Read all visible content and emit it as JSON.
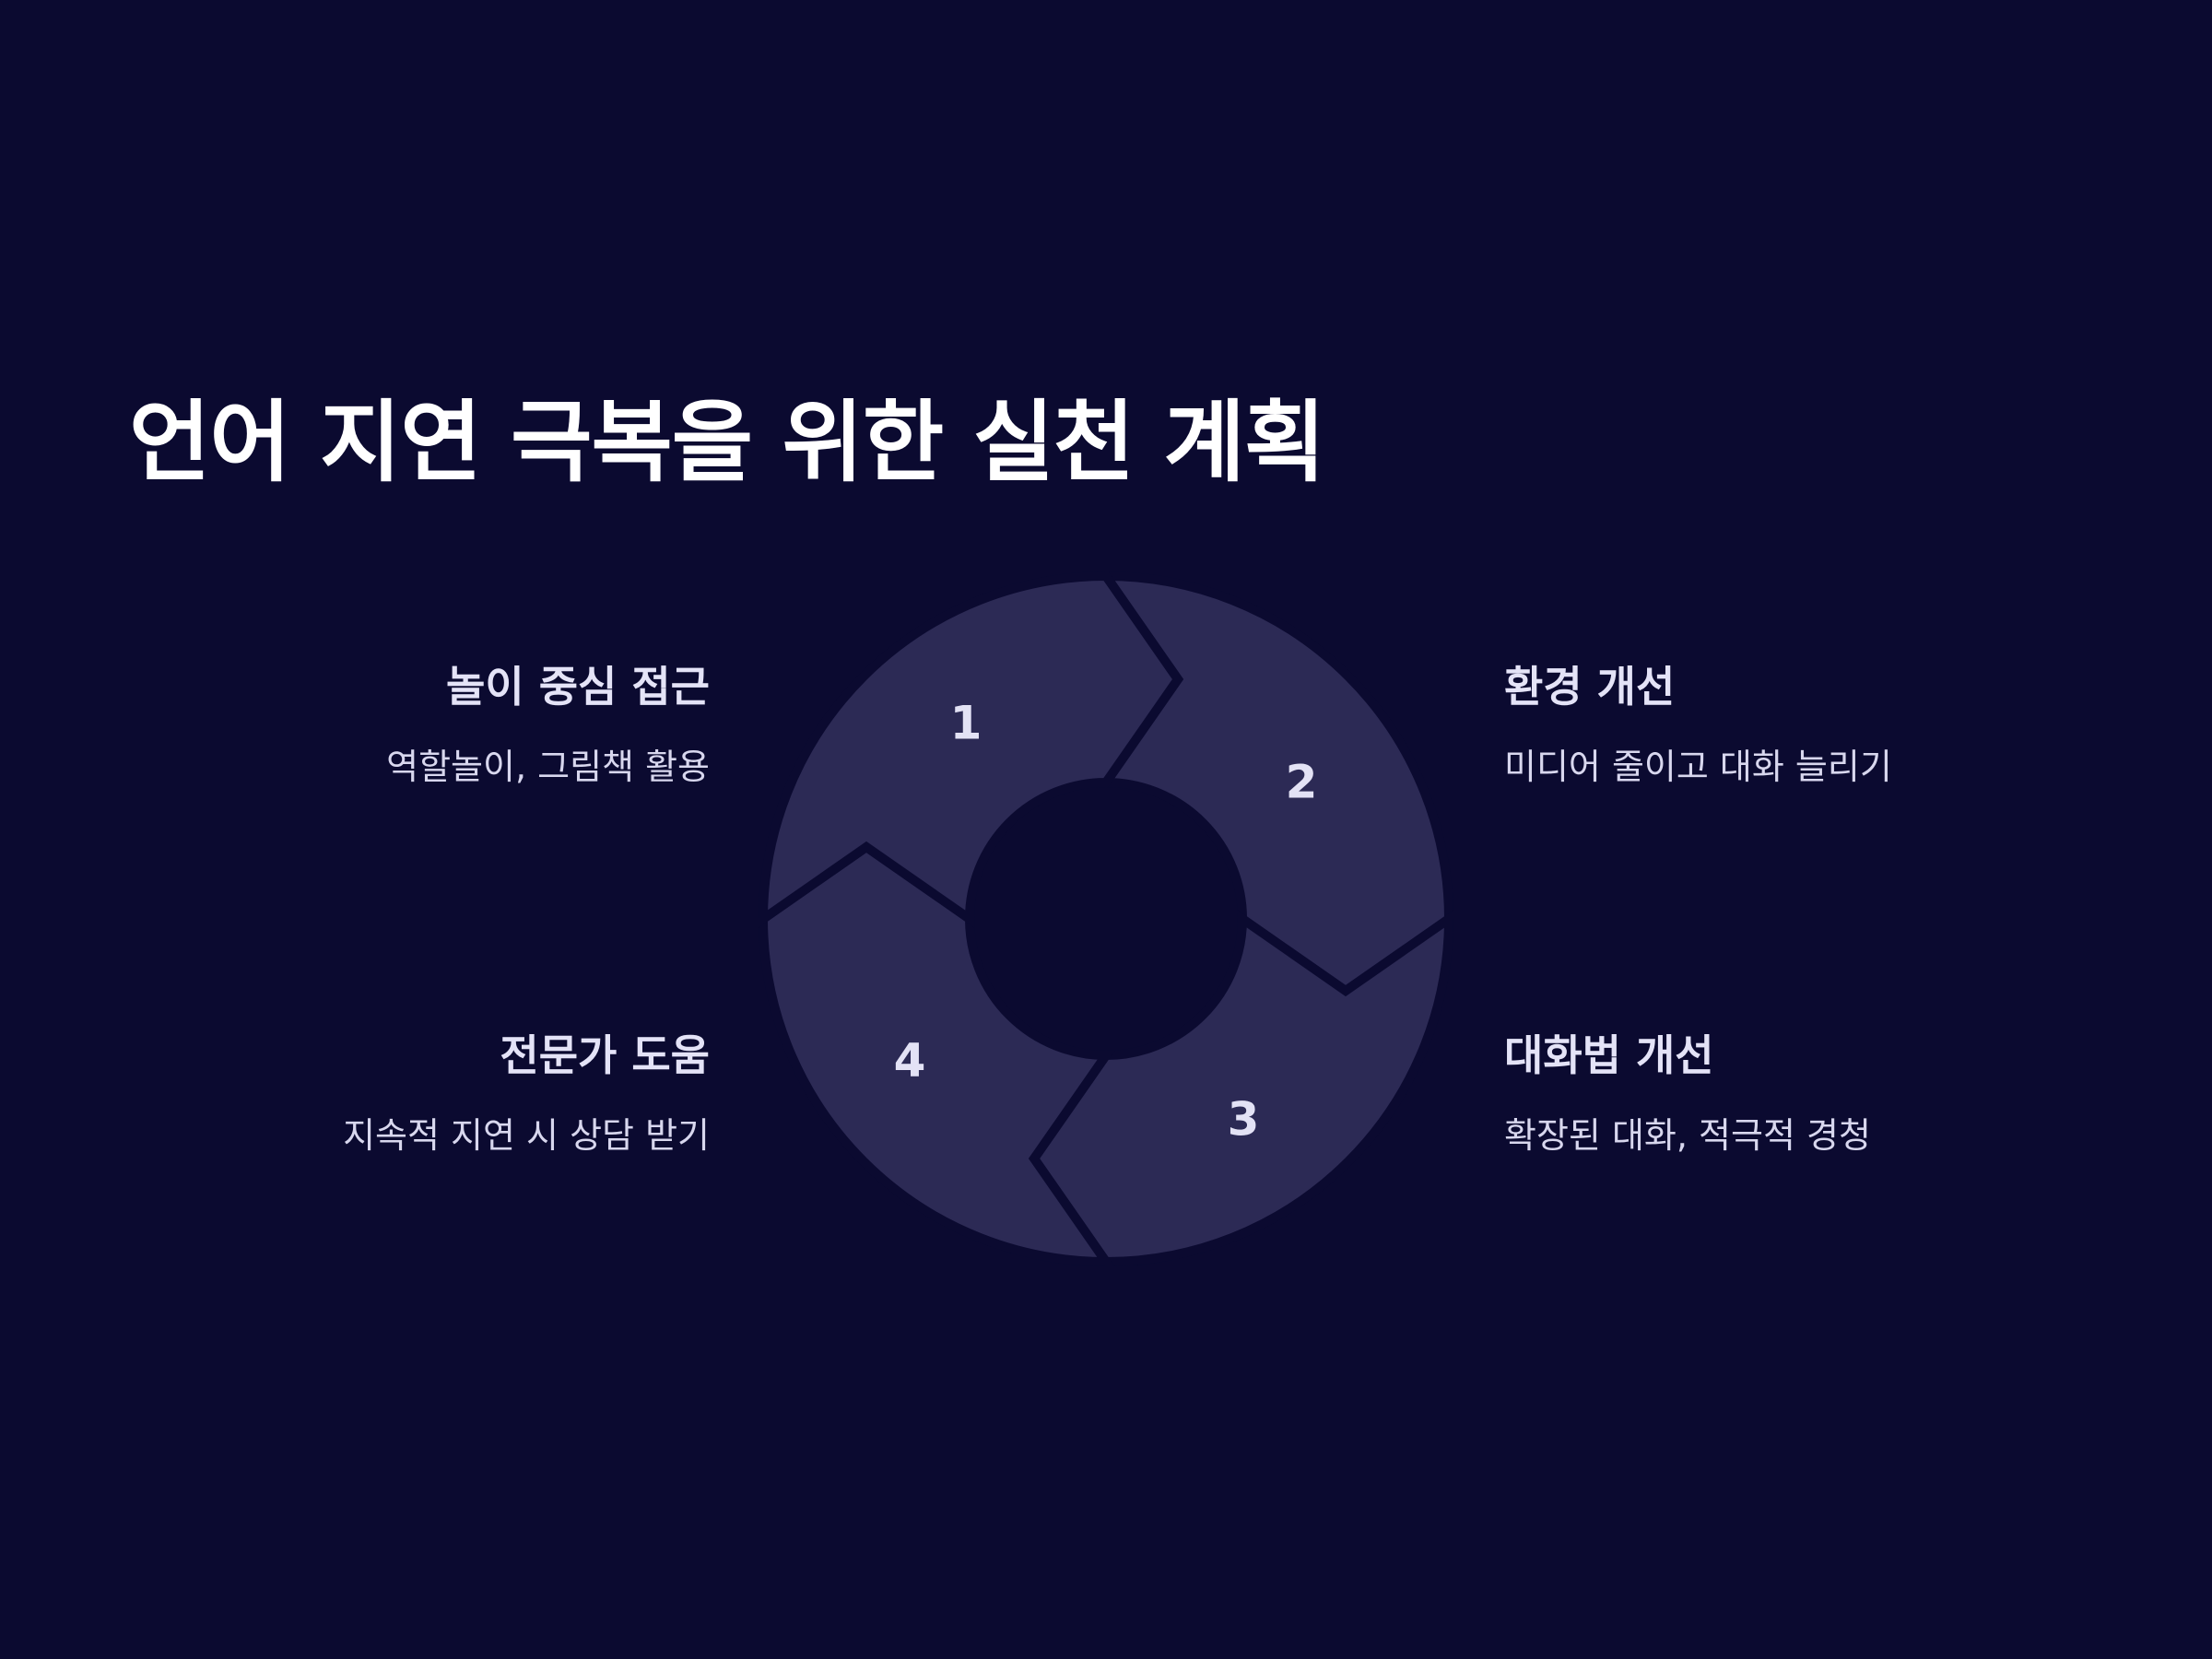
{
  "title": "언어 지연 극복을 위한 실천 계획",
  "colors": {
    "background": "#0b0a30",
    "segment": "#2c2a55",
    "text": "#e4e3f7"
  },
  "steps": [
    {
      "number": "1",
      "title": "놀이 중심 접근",
      "description": "역할놀이, 그림책 활용"
    },
    {
      "number": "2",
      "title": "환경 개선",
      "description": "미디어 줄이고 대화 늘리기"
    },
    {
      "number": "3",
      "title": "대화법 개선",
      "description": "확장된 대화, 적극적 경청"
    },
    {
      "number": "4",
      "title": "전문가 도움",
      "description": "지속적 지연 시 상담 받기"
    }
  ]
}
